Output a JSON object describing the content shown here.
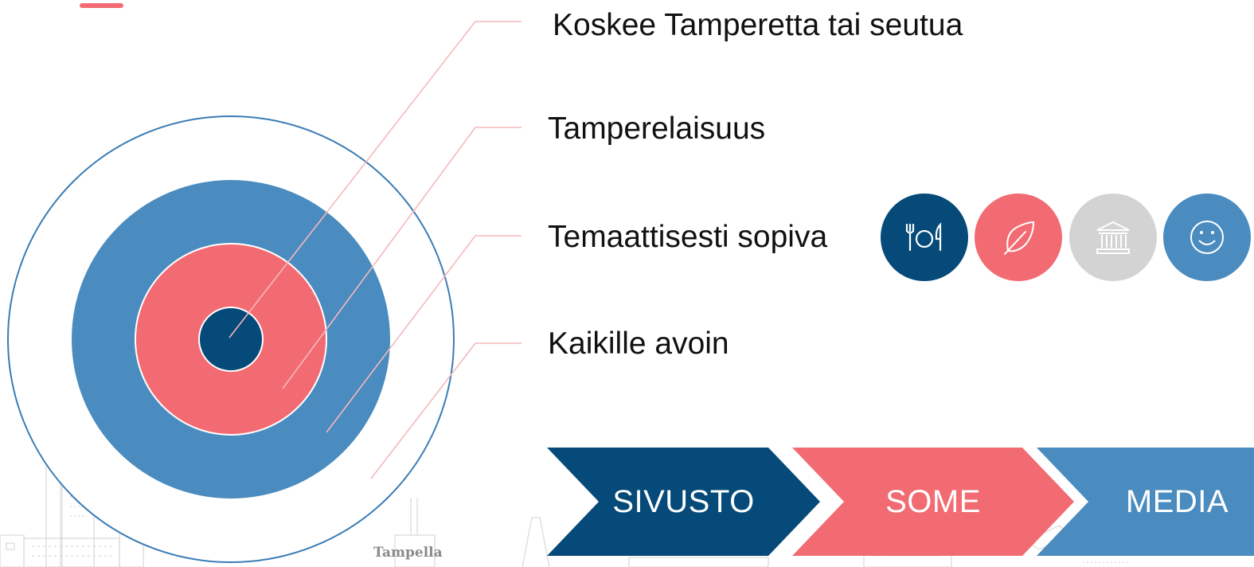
{
  "colors": {
    "navy": "#054a78",
    "blue": "#4a8cbf",
    "coral": "#f26b72",
    "gray": "#d3d3d3",
    "leader": "#f5b8bc",
    "outline": "#3a7cb5"
  },
  "target": {
    "labels": [
      "Koskee Tamperetta tai seutua",
      "Tamperelaisuus",
      "Temaattisesti sopiva",
      "Kaikille avoin"
    ]
  },
  "theme_icons": [
    {
      "icon": "cutlery-icon",
      "color": "#054a78"
    },
    {
      "icon": "leaf-icon",
      "color": "#f26b72"
    },
    {
      "icon": "museum-icon",
      "color": "#d3d3d3"
    },
    {
      "icon": "smiley-icon",
      "color": "#4a8cbf"
    }
  ],
  "flow": {
    "steps": [
      "SIVUSTO",
      "SOME",
      "MEDIA"
    ]
  },
  "background": {
    "sign_text": "Tampella"
  }
}
